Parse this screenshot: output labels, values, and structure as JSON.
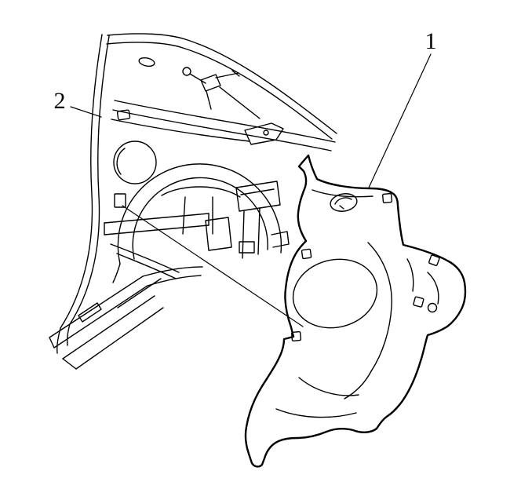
{
  "diagram": {
    "background_color": "#ffffff",
    "line_color": "#000000",
    "callouts": [
      {
        "id": "callout-1",
        "label": "1"
      },
      {
        "id": "callout-2",
        "label": "2"
      }
    ]
  }
}
